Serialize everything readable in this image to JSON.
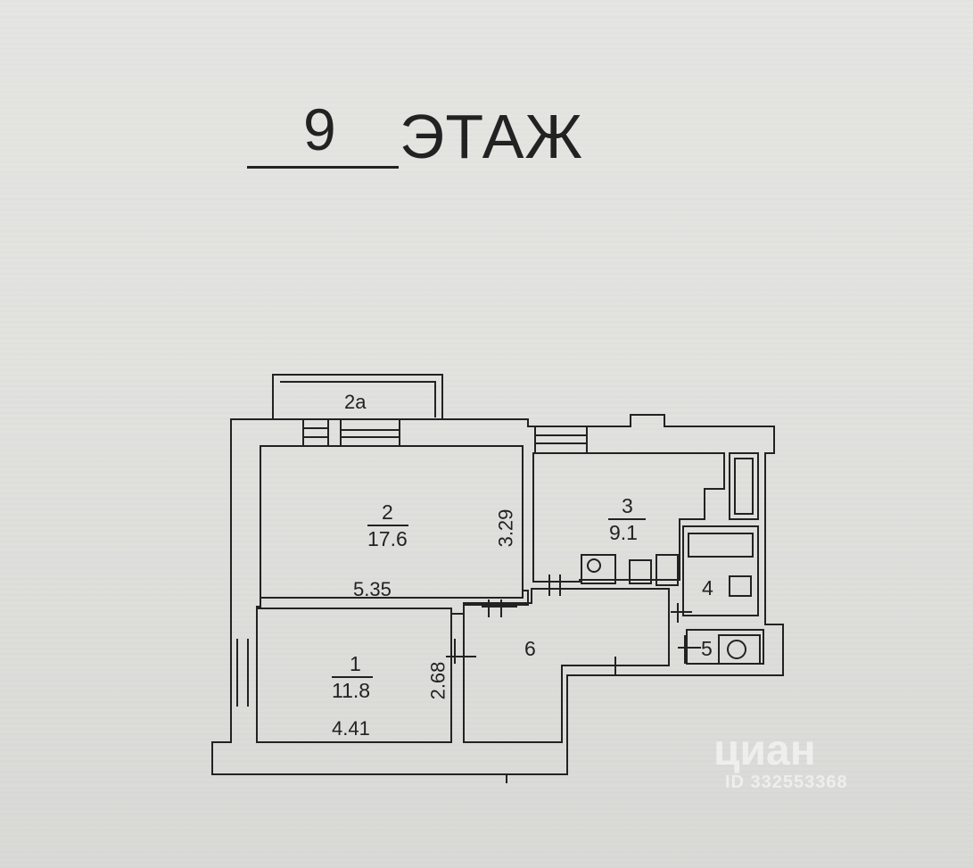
{
  "heading": {
    "floor_number": "9",
    "floor_word": "ЭТАЖ"
  },
  "rooms": [
    {
      "id": "2a",
      "label": "2а"
    },
    {
      "id": "2",
      "number": "2",
      "area": "17.6",
      "width": "5.35",
      "depth": "3.29"
    },
    {
      "id": "3",
      "number": "3",
      "area": "9.1"
    },
    {
      "id": "4",
      "number": "4"
    },
    {
      "id": "5",
      "number": "5"
    },
    {
      "id": "6",
      "number": "6"
    },
    {
      "id": "1",
      "number": "1",
      "area": "11.8",
      "width": "4.41",
      "depth": "2.68"
    }
  ],
  "watermark": {
    "brand": "циан",
    "id_text": "ID 332553368"
  },
  "colors": {
    "ink": "#222222",
    "paper": "#e2e2df"
  }
}
